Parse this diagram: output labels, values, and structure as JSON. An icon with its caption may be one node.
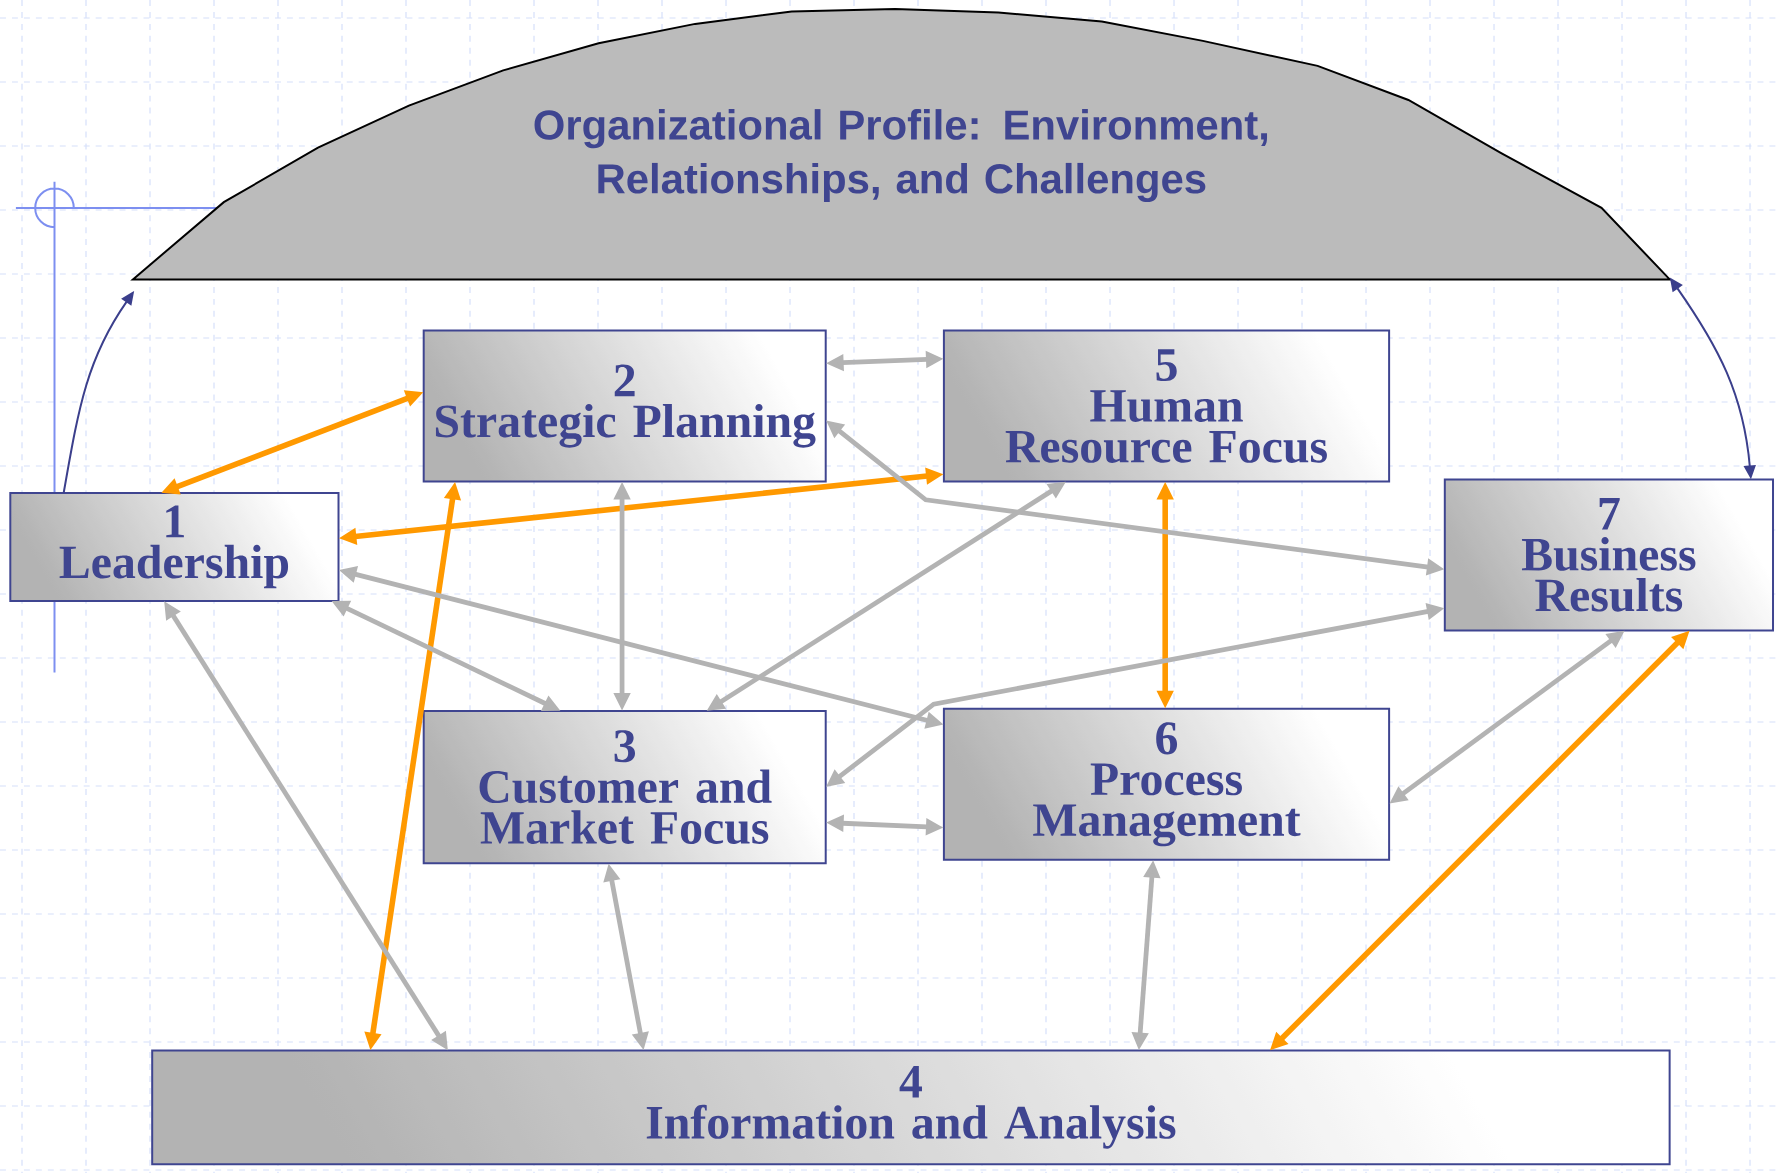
{
  "diagram": {
    "nodes": [
      {
        "text": [
          "Organizational Profile: Environment, Relationships, and Challenges"
        ]
      },
      {
        "text": [
          "1",
          "Leadership"
        ]
      },
      {
        "text": [
          "2",
          "Strategic Planning"
        ]
      },
      {
        "text": [
          "3",
          "Customer and Market Focus"
        ]
      },
      {
        "text": [
          "4",
          "Information and Analysis"
        ]
      },
      {
        "text": [
          "5",
          "Human Resource Focus"
        ]
      },
      {
        "text": [
          "6",
          "Process Management"
        ]
      },
      {
        "text": [
          "7",
          "Business Results"
        ]
      }
    ],
    "edges": [
      {
        "from": 1,
        "to": 0,
        "arrow": "to",
        "color": "#3b3f8c"
      },
      {
        "from": 0,
        "to": 7,
        "arrow": "both",
        "color": "#3b3f8c"
      },
      {
        "from": 1,
        "to": 2,
        "arrow": "both",
        "color": "#ff9900"
      },
      {
        "from": 1,
        "to": 5,
        "arrow": "both",
        "color": "#ff9900"
      },
      {
        "from": 2,
        "to": 4,
        "arrow": "both",
        "color": "#ff9900"
      },
      {
        "from": 5,
        "to": 6,
        "arrow": "both",
        "color": "#ff9900"
      },
      {
        "from": 7,
        "to": 4,
        "arrow": "both",
        "color": "#ff9900"
      },
      {
        "from": 2,
        "to": 5,
        "arrow": "both"
      },
      {
        "from": 2,
        "to": 3,
        "arrow": "both"
      },
      {
        "from": 2,
        "to": 7,
        "arrow": "both"
      },
      {
        "from": 1,
        "to": 3,
        "arrow": "both"
      },
      {
        "from": 1,
        "to": 6,
        "arrow": "both"
      },
      {
        "from": 3,
        "to": 5,
        "arrow": "both"
      },
      {
        "from": 3,
        "to": 7,
        "arrow": "both"
      },
      {
        "from": 3,
        "to": 6,
        "arrow": "both"
      },
      {
        "from": 6,
        "to": 7,
        "arrow": "both"
      },
      {
        "from": 1,
        "to": 4,
        "arrow": "both"
      },
      {
        "from": 3,
        "to": 4,
        "arrow": "both"
      },
      {
        "from": 6,
        "to": 4,
        "arrow": "both"
      }
    ]
  }
}
